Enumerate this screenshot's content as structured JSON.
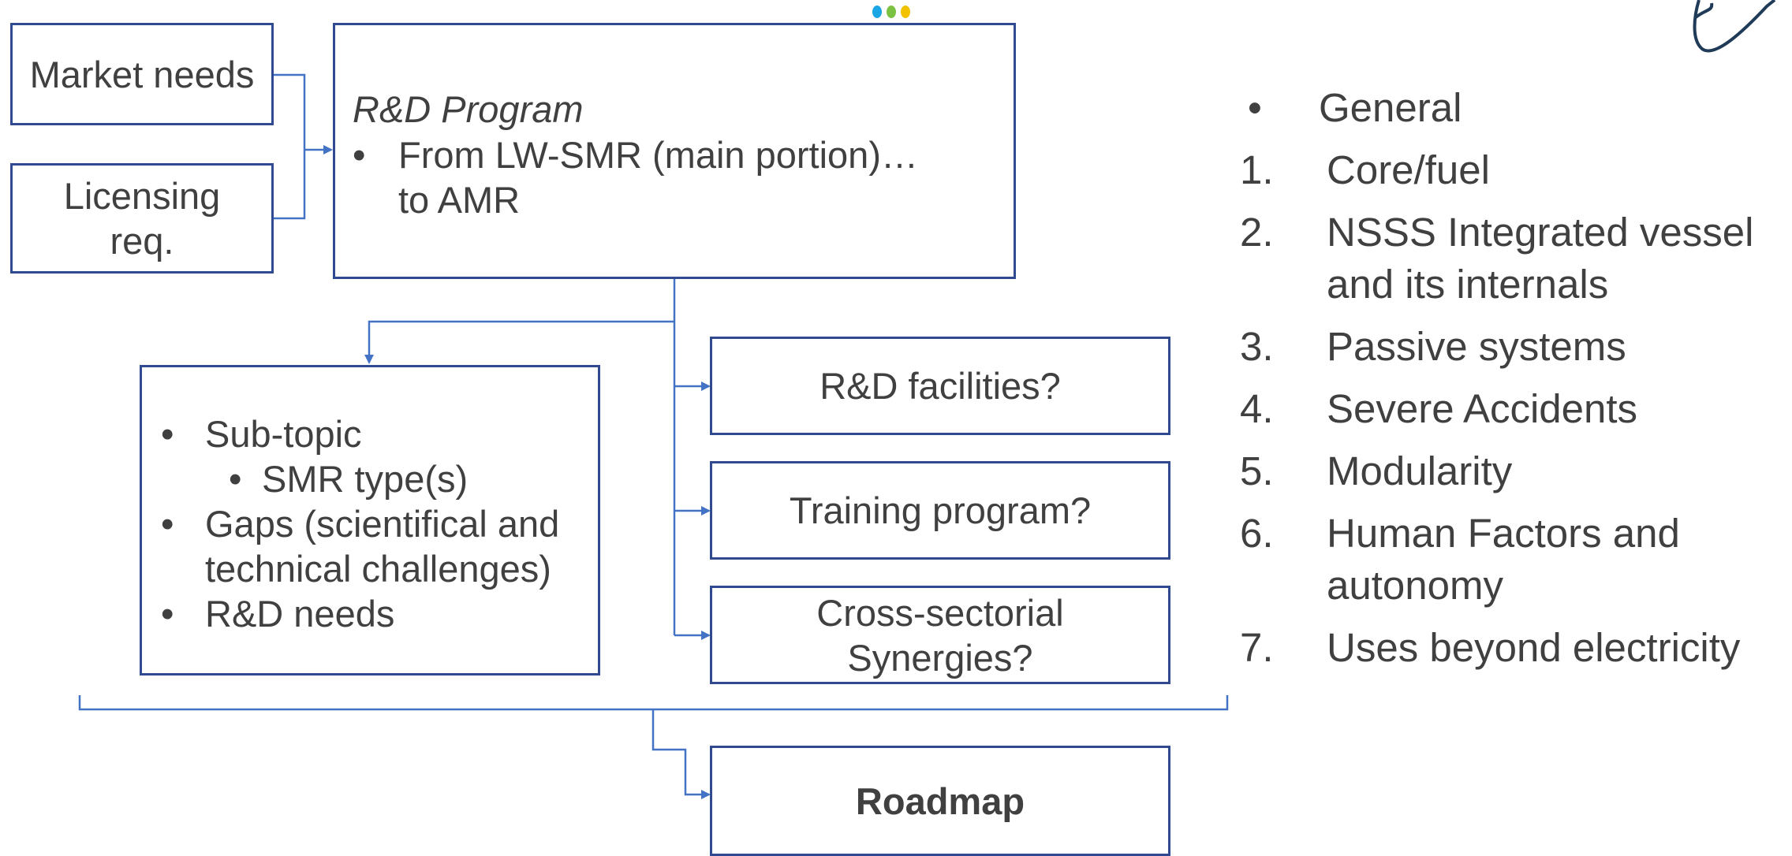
{
  "colors": {
    "box_border": "#2f4a8f",
    "connector": "#4472c4",
    "text": "#404040",
    "dot_blue": "#1aa6e4",
    "dot_green": "#7cc242",
    "dot_yellow": "#f2c200"
  },
  "inputs": {
    "market_needs": "Market needs",
    "licensing_req": "Licensing\nreq."
  },
  "program": {
    "title": "R&D Program",
    "bullet": "From LW-SMR (main portion)… to AMR",
    "bullet_symbol": "•"
  },
  "subtopic_box": {
    "items": [
      {
        "level": 1,
        "text": "Sub-topic"
      },
      {
        "level": 2,
        "text": "SMR type(s)"
      },
      {
        "level": 1,
        "text": "Gaps (scientifical and technical  challenges)"
      },
      {
        "level": 1,
        "text": "R&D needs"
      }
    ],
    "bullet_symbol": "•"
  },
  "outputs": {
    "facilities": "R&D facilities?",
    "training": "Training program?",
    "synergies": "Cross-sectorial\nSynergies?"
  },
  "roadmap": "Roadmap",
  "topics": [
    {
      "marker": "•",
      "text": "General"
    },
    {
      "marker": "1.",
      "text": "Core/fuel"
    },
    {
      "marker": "2.",
      "text": "NSSS Integrated vessel and its internals"
    },
    {
      "marker": "3.",
      "text": "Passive systems"
    },
    {
      "marker": "4.",
      "text": "Severe Accidents"
    },
    {
      "marker": "5.",
      "text": "Modularity"
    },
    {
      "marker": "6.",
      "text": "Human Factors and autonomy"
    },
    {
      "marker": "7.",
      "text": "Uses beyond electricity"
    }
  ],
  "icons": {
    "corner": "atom-logo-icon",
    "dots": "three-dots-icon"
  }
}
